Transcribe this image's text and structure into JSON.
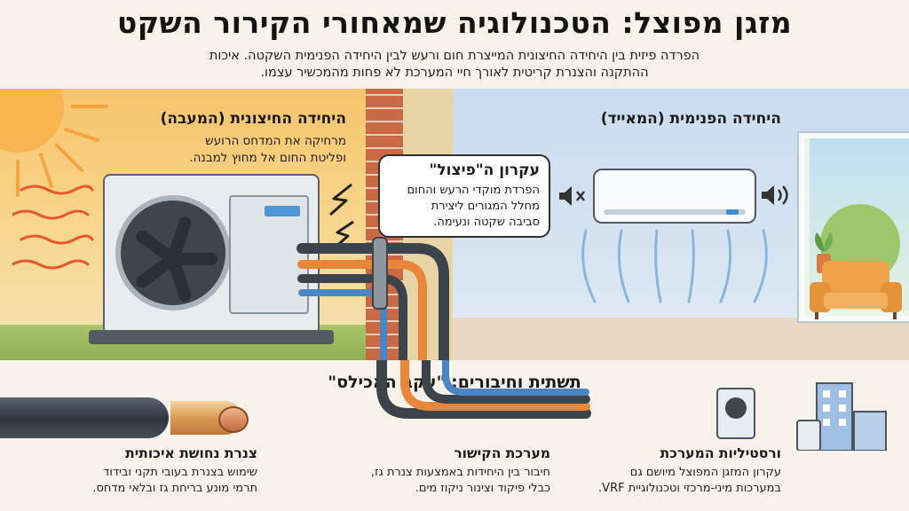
{
  "title": "מזגן מפוצל: הטכנולוגיה שמאחורי הקירור השקט",
  "subtitle_line1": "הפרדה פיזית בין היחידה החיצונית המייצרת חום ורעש לבין היחידה הפנימית השקטה. איכות",
  "subtitle_line2": "ההתקנה והצנרת קריטית לאורך חיי המערכת לא פחות מהמכשיר עצמו.",
  "outdoor": {
    "heading": "היחידה החיצונית (המעבה)",
    "line1": "מרחיקה את המדחס הרועש",
    "line2": "ופליטת החום אל מחוץ למבנה."
  },
  "indoor": {
    "heading": "היחידה הפנימית (המאייד)"
  },
  "split_principle": {
    "heading": "עקרון ה\"פיצול\"",
    "line1": "הפרדת מוקדי הרעש והחום",
    "line2": "מחלל המגורים ליצירת",
    "line3": "סביבה שקטה ונעימה."
  },
  "infrastructure_heading": "תשתית וחיבורים: \"עקב האכילס\"",
  "copper_pipe": {
    "heading": "צנרת נחושת איכותית",
    "line1": "שימוש בצנרת בעובי תקני ובידוד",
    "line2": "תרמי מונע בריחת גז ובלאי מדחס."
  },
  "connection_system": {
    "heading": "מערכת הקישור",
    "line1": "חיבור בין היחידות באמצעות צנרת גז,",
    "line2": "כבלי פיקוד וצינור ניקוז מים."
  },
  "versatility": {
    "heading": "ורסטיליות המערכת",
    "line1": "עקרון המזגן המפוצל מיושם גם",
    "line2": "במערכות מיני-מרכזי וטכנולוגיית VRF."
  },
  "icons": {
    "muted_speaker": "speaker-muted-icon",
    "quiet_speaker": "speaker-low-icon",
    "noise": "lightning-noise-icon",
    "heat": "heat-wave-icon",
    "sun": "sun-icon",
    "airflow": "airflow-icon",
    "plant": "plant-icon",
    "sofa": "sofa-icon",
    "buildings": "buildings-icon"
  },
  "colors": {
    "outside": "#f7c46b",
    "inside": "#c9dcef",
    "brick": "#c96a45",
    "pipe_orange": "#e9863a",
    "pipe_dark": "#3d434a",
    "copper": "#d99a55"
  }
}
